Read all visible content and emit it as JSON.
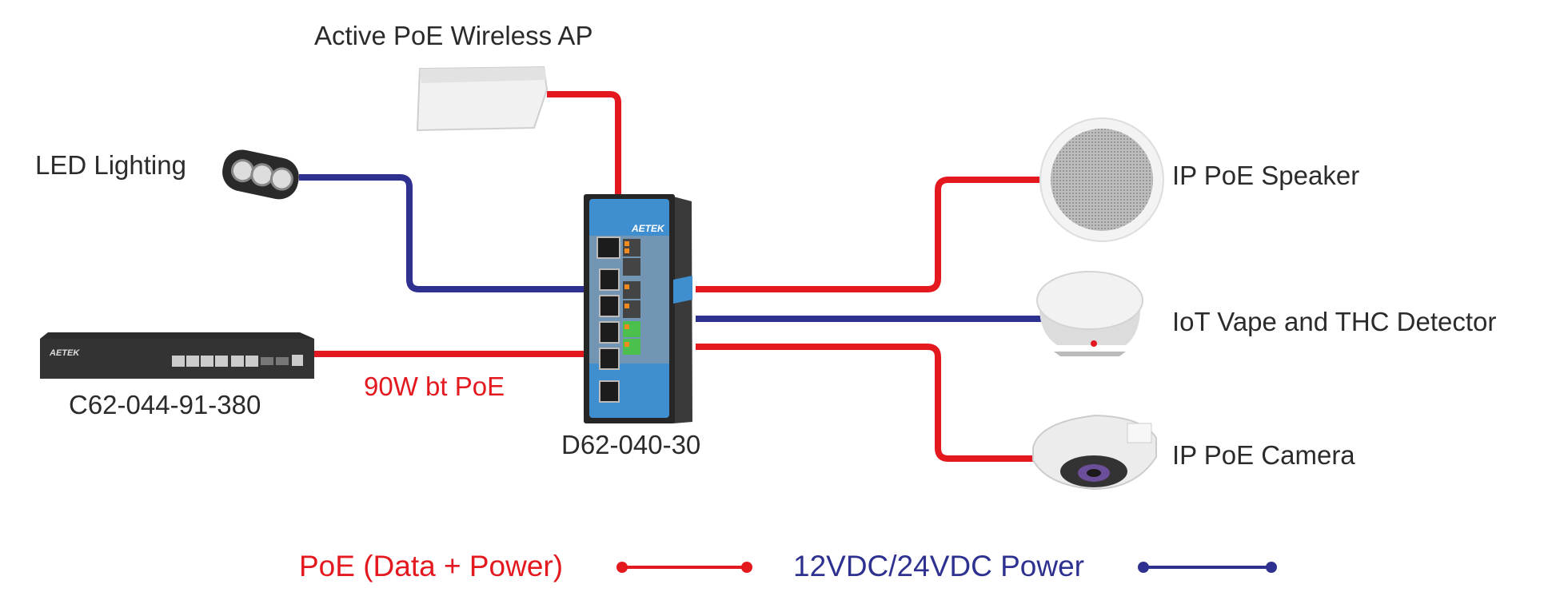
{
  "colors": {
    "poe": "#e3191f",
    "dc_power": "#2e3190",
    "text": "#2b2b2b"
  },
  "devices": {
    "ap": {
      "label": "Active PoE Wireless AP",
      "icon": "ceiling-access-point-icon"
    },
    "led": {
      "label": "LED Lighting",
      "icon": "led-spotlight-icon"
    },
    "source_switch": {
      "label": "C62-044-91-380",
      "brand": "AETEK",
      "icon": "rack-switch-icon"
    },
    "din_switch": {
      "label": "D62-040-30",
      "brand": "AETEK",
      "icon": "din-rail-switch-icon"
    },
    "speaker": {
      "label": "IP PoE Speaker",
      "icon": "ceiling-speaker-icon"
    },
    "detector": {
      "label": "IoT Vape and THC Detector",
      "icon": "smoke-detector-icon"
    },
    "camera": {
      "label": "IP PoE Camera",
      "icon": "dome-camera-icon"
    }
  },
  "uplink_label": "90W bt PoE",
  "legend": {
    "poe": "PoE (Data + Power)",
    "dc": "12VDC/24VDC Power"
  }
}
